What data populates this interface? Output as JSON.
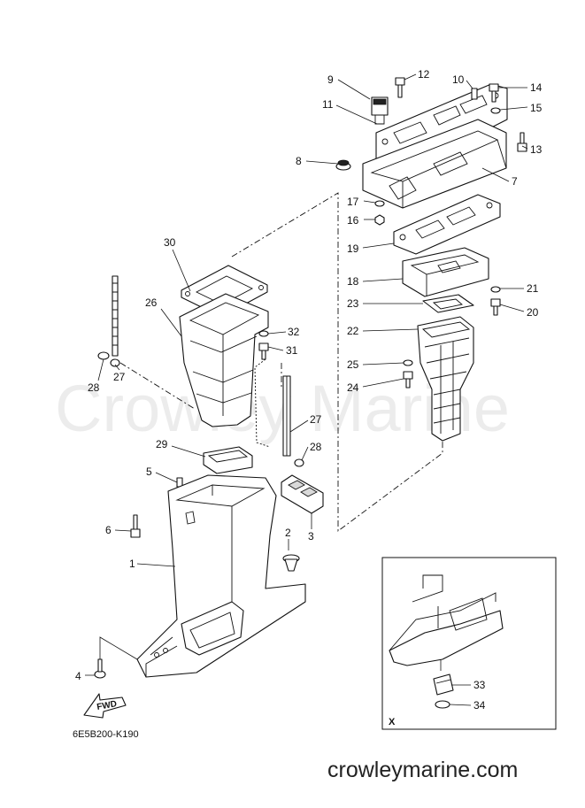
{
  "watermark": "Crowley Marine",
  "diagram_code": "6E5B200-K190",
  "website": "crowleymarine.com",
  "fwd_label": "FWD",
  "detail_view_label": "X",
  "callouts": [
    "1",
    "2",
    "3",
    "4",
    "5",
    "6",
    "7",
    "8",
    "9",
    "10",
    "11",
    "12",
    "13",
    "14",
    "15",
    "16",
    "17",
    "18",
    "19",
    "20",
    "21",
    "22",
    "23",
    "24",
    "25",
    "26",
    "27",
    "27",
    "28",
    "28",
    "29",
    "30",
    "31",
    "32",
    "33",
    "34"
  ]
}
